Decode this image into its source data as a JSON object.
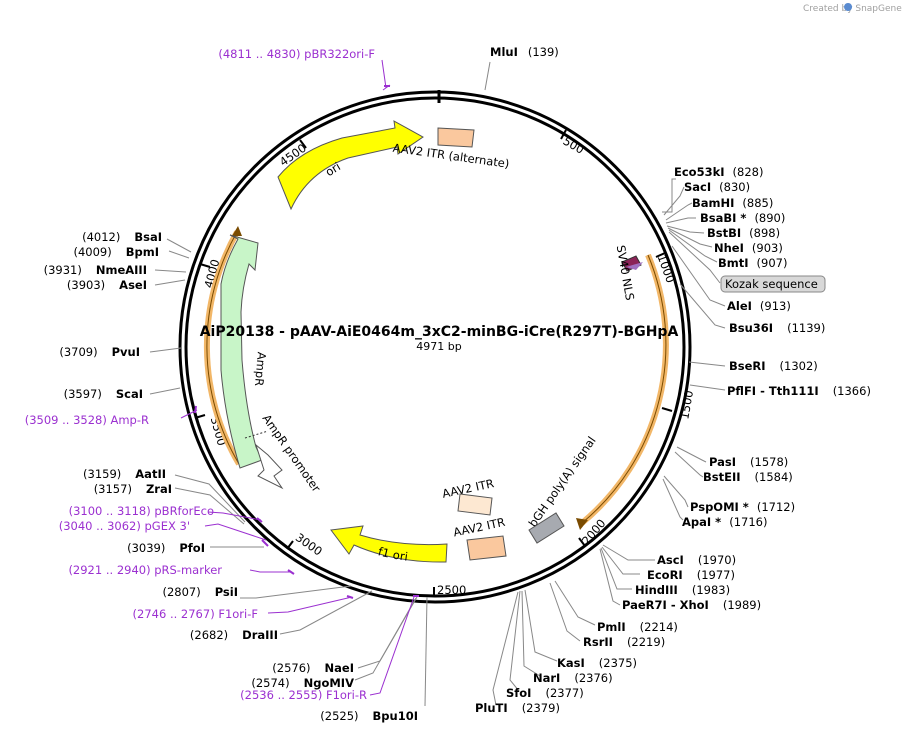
{
  "credit": "Created by  SnapGene",
  "plasmid": {
    "name": "AiP20138 - pAAV-AiE0464m_3xC2-minBG-iCre(R297T)-BGHpA",
    "size": "4971 bp"
  },
  "ticks": [
    "500",
    "1000",
    "1500",
    "2000",
    "2500",
    "3000",
    "3500",
    "4000",
    "4500"
  ],
  "features": {
    "ori": "ori",
    "itr_alternate": "AAV2 ITR (alternate)",
    "ampr": "AmpR",
    "ampr_promoter": "AmpR promoter",
    "sv40_nls": "SV40 NLS",
    "bgh_polya": "bGH poly(A) signal",
    "itr_top": "AAV2 ITR",
    "itr_bottom": "AAV2 ITR",
    "f1_ori": "f1 ori",
    "kozak": "Kozak sequence"
  },
  "sites": [
    {
      "name": "MluI",
      "pos": "(139)"
    },
    {
      "name": "Eco53kI",
      "pos": "(828)"
    },
    {
      "name": "SacI",
      "pos": "(830)"
    },
    {
      "name": "BamHI",
      "pos": "(885)"
    },
    {
      "name": "BsaBI *",
      "pos": "(890)"
    },
    {
      "name": "BstBI",
      "pos": "(898)"
    },
    {
      "name": "NheI",
      "pos": "(903)"
    },
    {
      "name": "BmtI",
      "pos": "(907)"
    },
    {
      "name": "AleI",
      "pos": "(913)"
    },
    {
      "name": "Bsu36I",
      "pos": "(1139)"
    },
    {
      "name": "BseRI",
      "pos": "(1302)"
    },
    {
      "name": "PflFI - Tth111I",
      "pos": "(1366)"
    },
    {
      "name": "PasI",
      "pos": "(1578)"
    },
    {
      "name": "BstEII",
      "pos": "(1584)"
    },
    {
      "name": "PspOMI *",
      "pos": "(1712)"
    },
    {
      "name": "ApaI *",
      "pos": "(1716)"
    },
    {
      "name": "AscI",
      "pos": "(1970)"
    },
    {
      "name": "EcoRI",
      "pos": "(1977)"
    },
    {
      "name": "HindIII",
      "pos": "(1983)"
    },
    {
      "name": "PaeR7I - XhoI",
      "pos": "(1989)"
    },
    {
      "name": "PmlI",
      "pos": "(2214)"
    },
    {
      "name": "RsrII",
      "pos": "(2219)"
    },
    {
      "name": "KasI",
      "pos": "(2375)"
    },
    {
      "name": "NarI",
      "pos": "(2376)"
    },
    {
      "name": "SfoI",
      "pos": "(2377)"
    },
    {
      "name": "PluTI",
      "pos": "(2379)"
    },
    {
      "name": "Bpu10I",
      "pos": "(2525)"
    },
    {
      "name": "NaeI",
      "pos": "(2576)"
    },
    {
      "name": "NgoMIV",
      "pos": "(2574)"
    },
    {
      "name": "DraIII",
      "pos": "(2682)"
    },
    {
      "name": "PsiI",
      "pos": "(2807)"
    },
    {
      "name": "PfoI",
      "pos": "(3039)"
    },
    {
      "name": "ZraI",
      "pos": "(3157)"
    },
    {
      "name": "AatII",
      "pos": "(3159)"
    },
    {
      "name": "ScaI",
      "pos": "(3597)"
    },
    {
      "name": "PvuI",
      "pos": "(3709)"
    },
    {
      "name": "AseI",
      "pos": "(3903)"
    },
    {
      "name": "NmeAIII",
      "pos": "(3931)"
    },
    {
      "name": "BpmI",
      "pos": "(4009)"
    },
    {
      "name": "BsaI",
      "pos": "(4012)"
    }
  ],
  "primers": [
    "(4811 .. 4830)  pBR322ori-F",
    "(3509 .. 3528)  Amp-R",
    "(3100 .. 3118)  pBRforEco",
    "(3040 .. 3062)  pGEX 3'",
    "(2921 .. 2940)  pRS-marker",
    "(2746 .. 2767)  F1ori-F",
    "(2536 .. 2555)  F1ori-R"
  ]
}
